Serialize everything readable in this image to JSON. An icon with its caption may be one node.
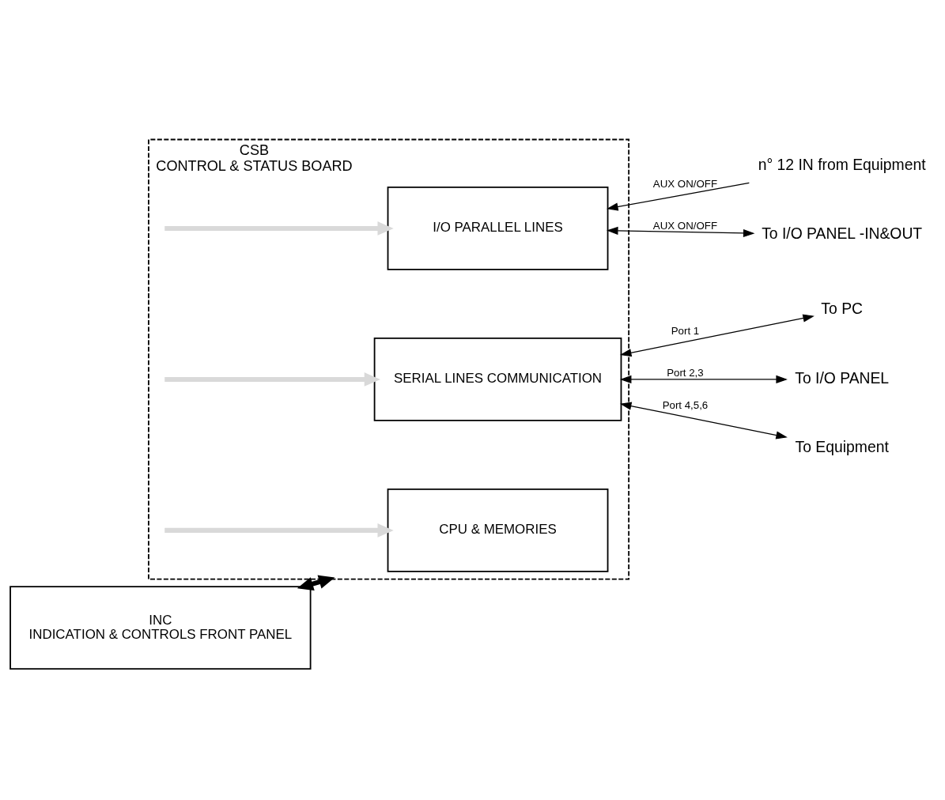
{
  "diagram": {
    "nodes": [
      {
        "text": [
          "CSB",
          "CONTROL & STATUS BOARD"
        ]
      },
      {
        "text": [
          "CPU & MEMORIES"
        ],
        "in": 0
      },
      {
        "text": [
          "SERIAL LINES COMMUNICATION"
        ],
        "in": 0
      },
      {
        "text": [
          "I/O PARALLEL LINES"
        ],
        "in": 0
      },
      {
        "text": [
          "To PC"
        ]
      },
      {
        "text": [
          "To I/O PANEL"
        ]
      },
      {
        "text": [
          "To Equipment"
        ]
      },
      {
        "text": [
          "To I/O PANEL -IN&OUT"
        ]
      },
      {
        "text": [
          "n° 12 IN from Equipment"
        ]
      },
      {
        "text": [
          "INC",
          "INDICATION & CONTROLS FRONT PANEL"
        ]
      }
    ],
    "edges": [
      {
        "from": null,
        "to": 1,
        "arrow": "to",
        "style": "thick",
        "color": "#d9d9d9"
      },
      {
        "from": null,
        "to": 2,
        "arrow": "to",
        "style": "thick",
        "color": "#d9d9d9"
      },
      {
        "from": null,
        "to": 3,
        "arrow": "to",
        "style": "thick",
        "color": "#d9d9d9"
      },
      {
        "from": 2,
        "to": 4,
        "arrow": "both",
        "label": "Port 1"
      },
      {
        "from": 2,
        "to": 5,
        "arrow": "both",
        "label": "Port 2,3"
      },
      {
        "from": 2,
        "to": 6,
        "arrow": "both",
        "label": "Port 4,5,6"
      },
      {
        "from": 3,
        "to": 7,
        "arrow": "both",
        "label": "AUX ON/OFF"
      },
      {
        "from": 8,
        "to": 3,
        "arrow": "to",
        "label": "AUX ON/OFF"
      },
      {
        "from": 9,
        "to": 0,
        "arrow": "both",
        "style": "thick"
      }
    ]
  }
}
